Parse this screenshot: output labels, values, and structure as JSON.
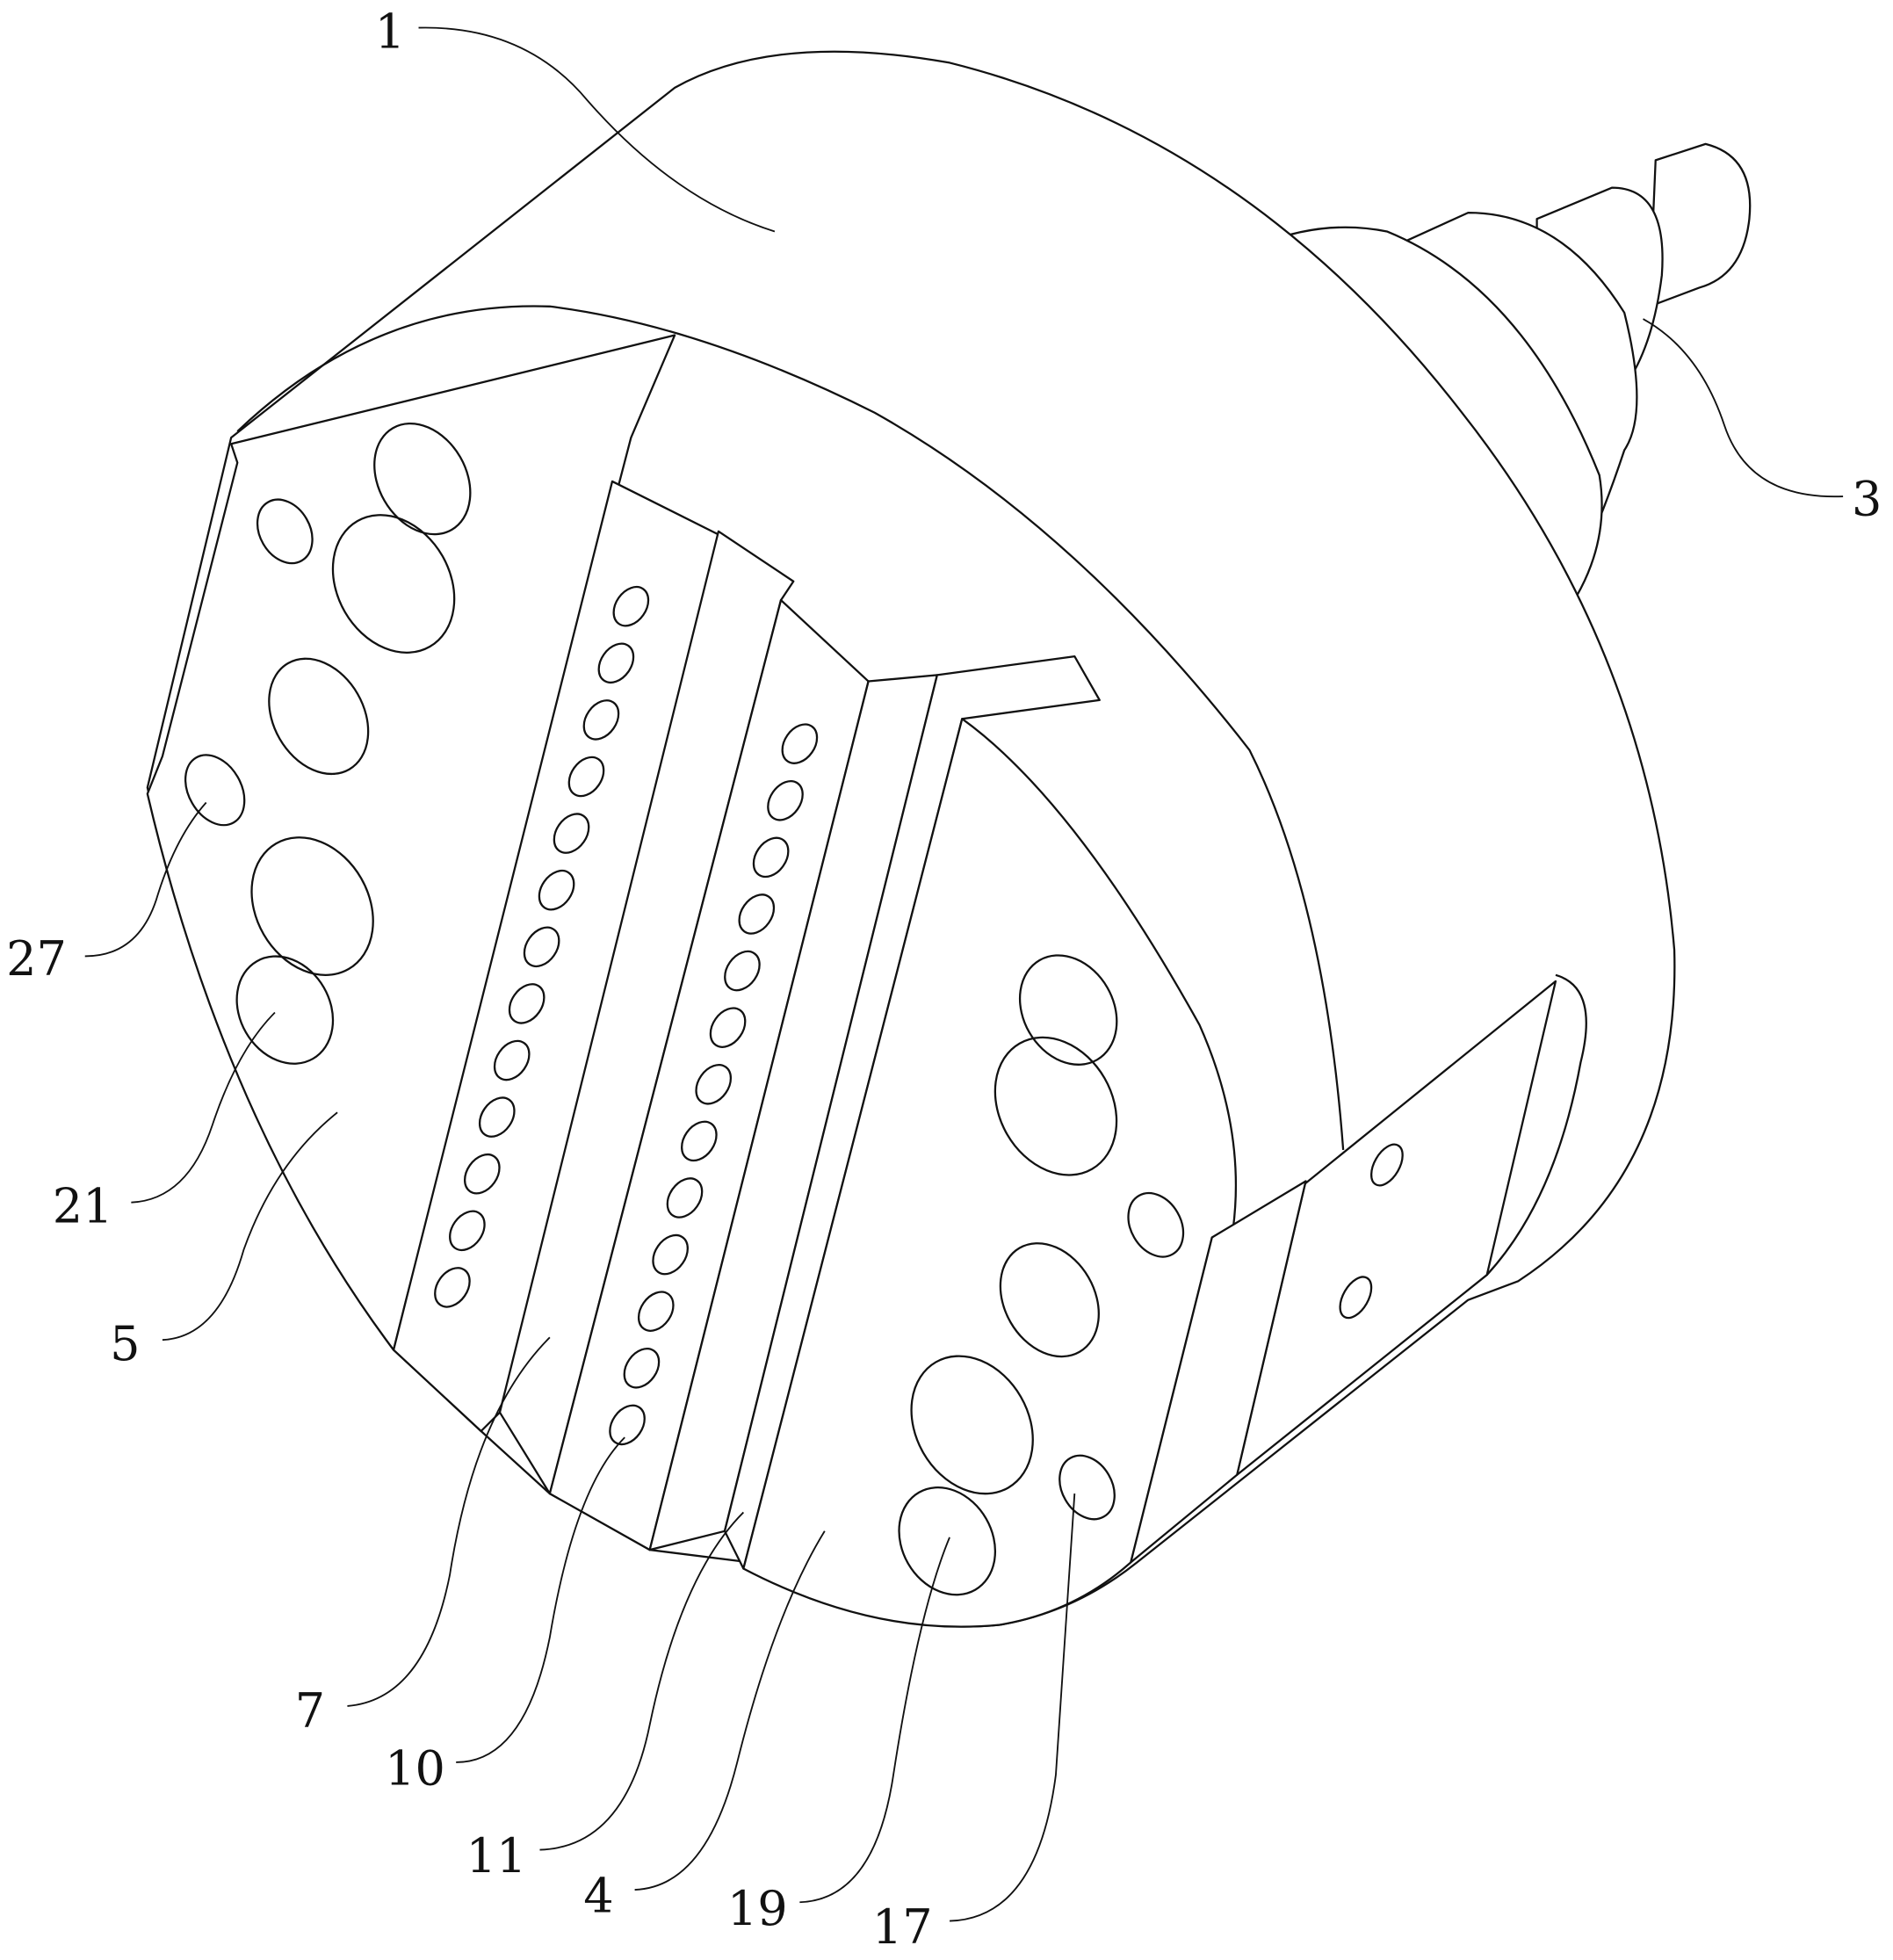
{
  "figure": {
    "labels": {
      "l1": "1",
      "l3": "3",
      "l27": "27",
      "l21": "21",
      "l5": "5",
      "l7": "7",
      "l10": "10",
      "l11": "11",
      "l4": "4",
      "l19": "19",
      "l17": "17"
    },
    "hole_rows": {
      "row_a_count": 13,
      "row_b_count": 13
    },
    "line_color": "#111111"
  }
}
